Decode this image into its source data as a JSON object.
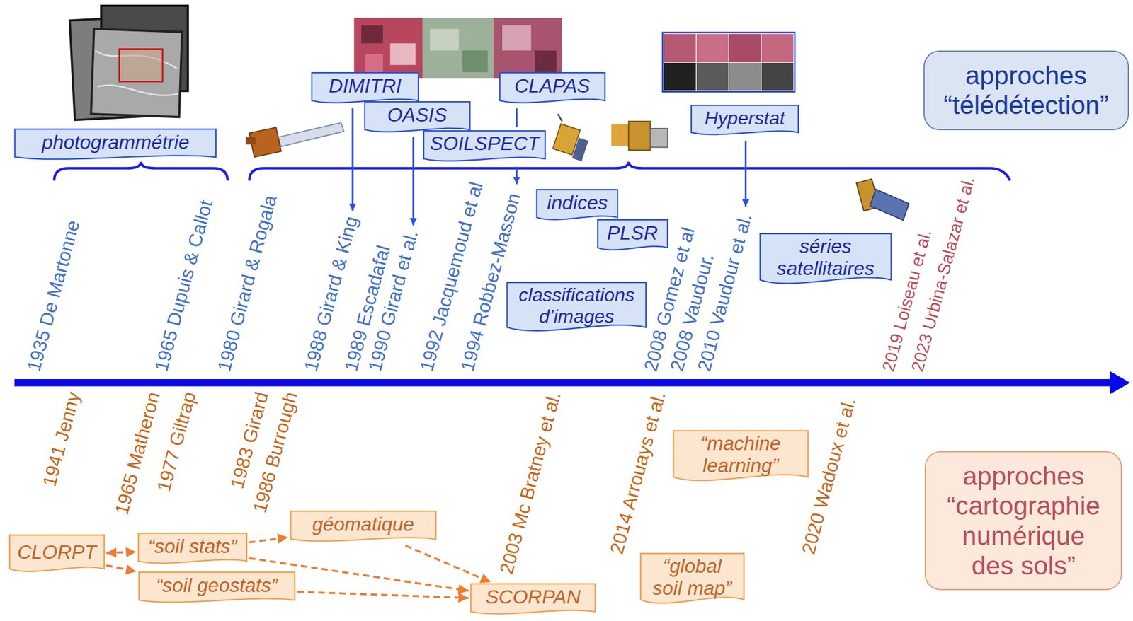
{
  "diagram": {
    "nodes": [
      {
        "text": [
          "photogrammétrie"
        ]
      },
      {
        "text": [
          "DIMITRI"
        ]
      },
      {
        "text": [
          "OASIS"
        ]
      },
      {
        "text": [
          "CLAPAS"
        ]
      },
      {
        "text": [
          "SOILSPECT"
        ]
      },
      {
        "text": [
          "Hyperstat"
        ]
      },
      {
        "text": [
          "approches “télédétection”"
        ]
      },
      {
        "text": [
          "indices"
        ]
      },
      {
        "text": [
          "PLSR"
        ]
      },
      {
        "text": [
          "séries satellitaires"
        ]
      },
      {
        "text": [
          "classifications d’images"
        ]
      },
      {
        "text": [
          "“machine learning”"
        ]
      },
      {
        "text": [
          "approches “cartographie numérique des sols”"
        ]
      },
      {
        "text": [
          "“global soil map”"
        ]
      },
      {
        "text": [
          "CLORPT"
        ]
      },
      {
        "text": [
          "géomatique"
        ]
      },
      {
        "text": [
          "“soil stats”"
        ]
      },
      {
        "text": [
          "“soil geostats”"
        ]
      },
      {
        "text": [
          "SCORPAN"
        ]
      }
    ],
    "edges": [
      {
        "from": 14,
        "to": 16,
        "arrow": "both"
      },
      {
        "from": 14,
        "to": 17,
        "arrow": "to"
      },
      {
        "from": 16,
        "to": 15,
        "arrow": "to"
      },
      {
        "from": 16,
        "to": 18,
        "arrow": "to"
      },
      {
        "from": 17,
        "to": 18,
        "arrow": "to"
      },
      {
        "from": 15,
        "to": 18,
        "arrow": "to"
      }
    ],
    "labels": [
      "1935 De Martonne",
      "1965 Dupuis & Callot",
      "1980 Girard & Rogala",
      "1988 Girard & King",
      "1989 Escadafal",
      "1990 Girard et al.",
      "1992 Jacquemoud et al",
      "1994 Robbez-Masson",
      "2008 Gomez et al",
      "2008 Vaudour.",
      "2010 Vaudour et al.",
      "2019 Loiseau et al.",
      "2023 Urbina-Salazar et al.",
      "1941 Jenny",
      "1965 Matheron",
      "1977 Giltrap",
      "1983 Girard",
      "1986 Burrough",
      "2003 Mc Bratney et al.",
      "2014 Arrouays et al.",
      "2020 Wadoux et al."
    ]
  }
}
